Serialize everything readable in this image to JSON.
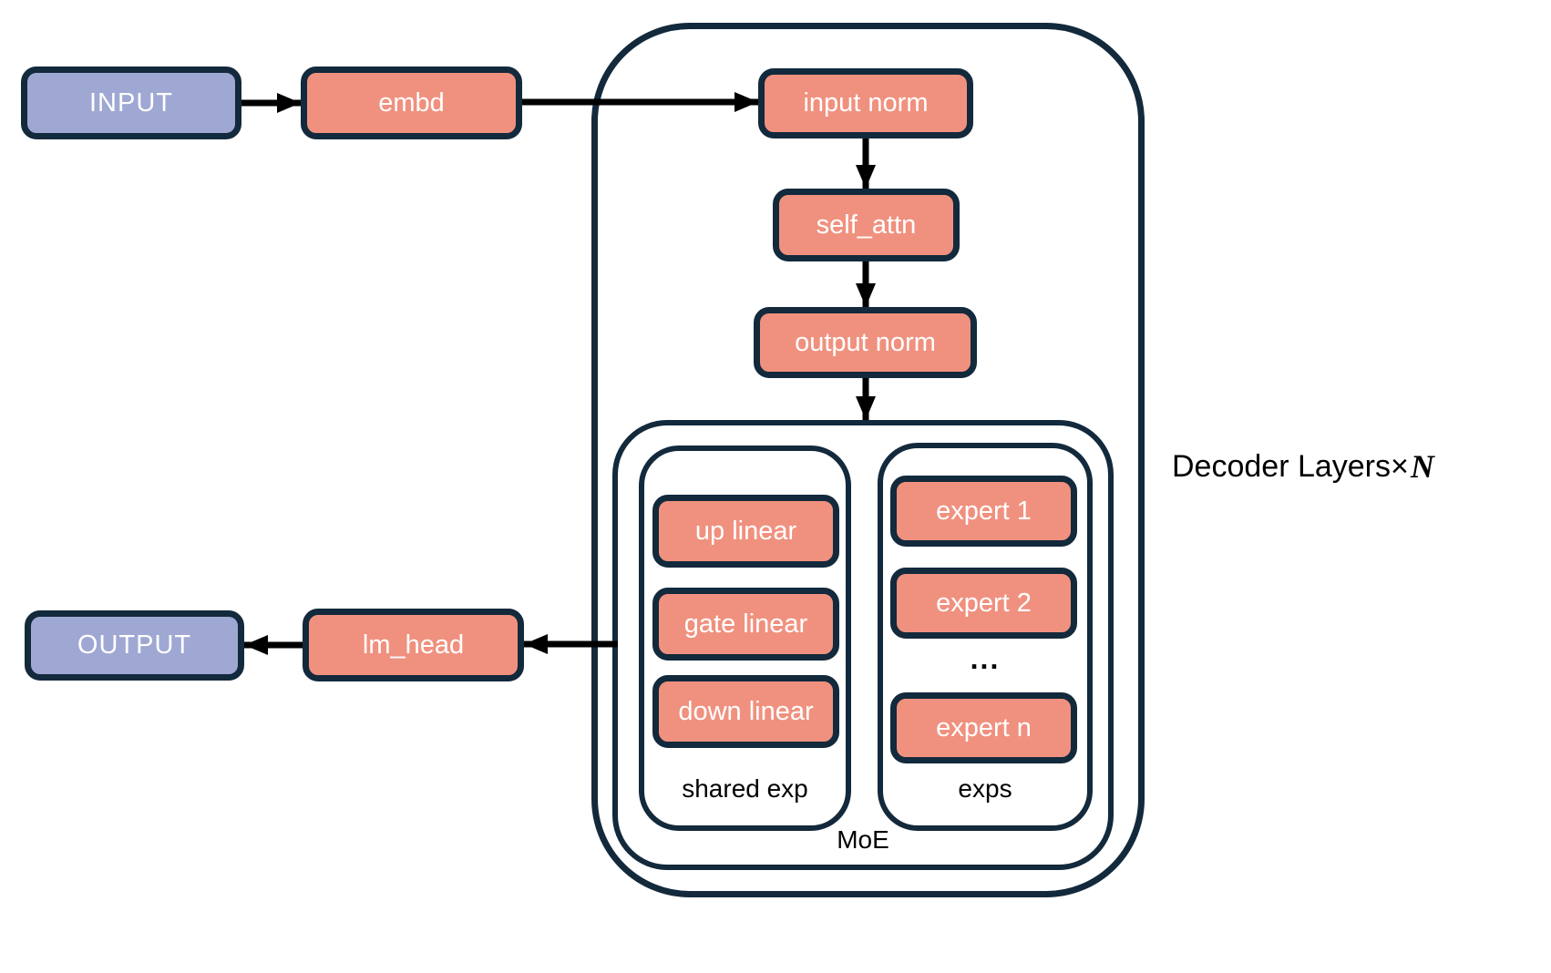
{
  "nodes": {
    "input": "INPUT",
    "embd": "embd",
    "input_norm": "input norm",
    "self_attn": "self_attn",
    "output_norm": "output norm",
    "up_linear": "up linear",
    "gate_linear": "gate linear",
    "down_linear": "down linear",
    "expert_1": "expert 1",
    "expert_2": "expert 2",
    "expert_ellipsis": "...",
    "expert_n": "expert n",
    "lm_head": "lm_head",
    "output": "OUTPUT"
  },
  "labels": {
    "shared_exp": "shared exp",
    "exps": "exps",
    "moe": "MoE",
    "decoder_prefix": "Decoder Layers",
    "decoder_times": "×",
    "decoder_n": "N"
  },
  "colors": {
    "border": "#13293C",
    "blockFill": "#F0917F",
    "ioFill": "#9FA7D3",
    "arrow": "#000000"
  }
}
